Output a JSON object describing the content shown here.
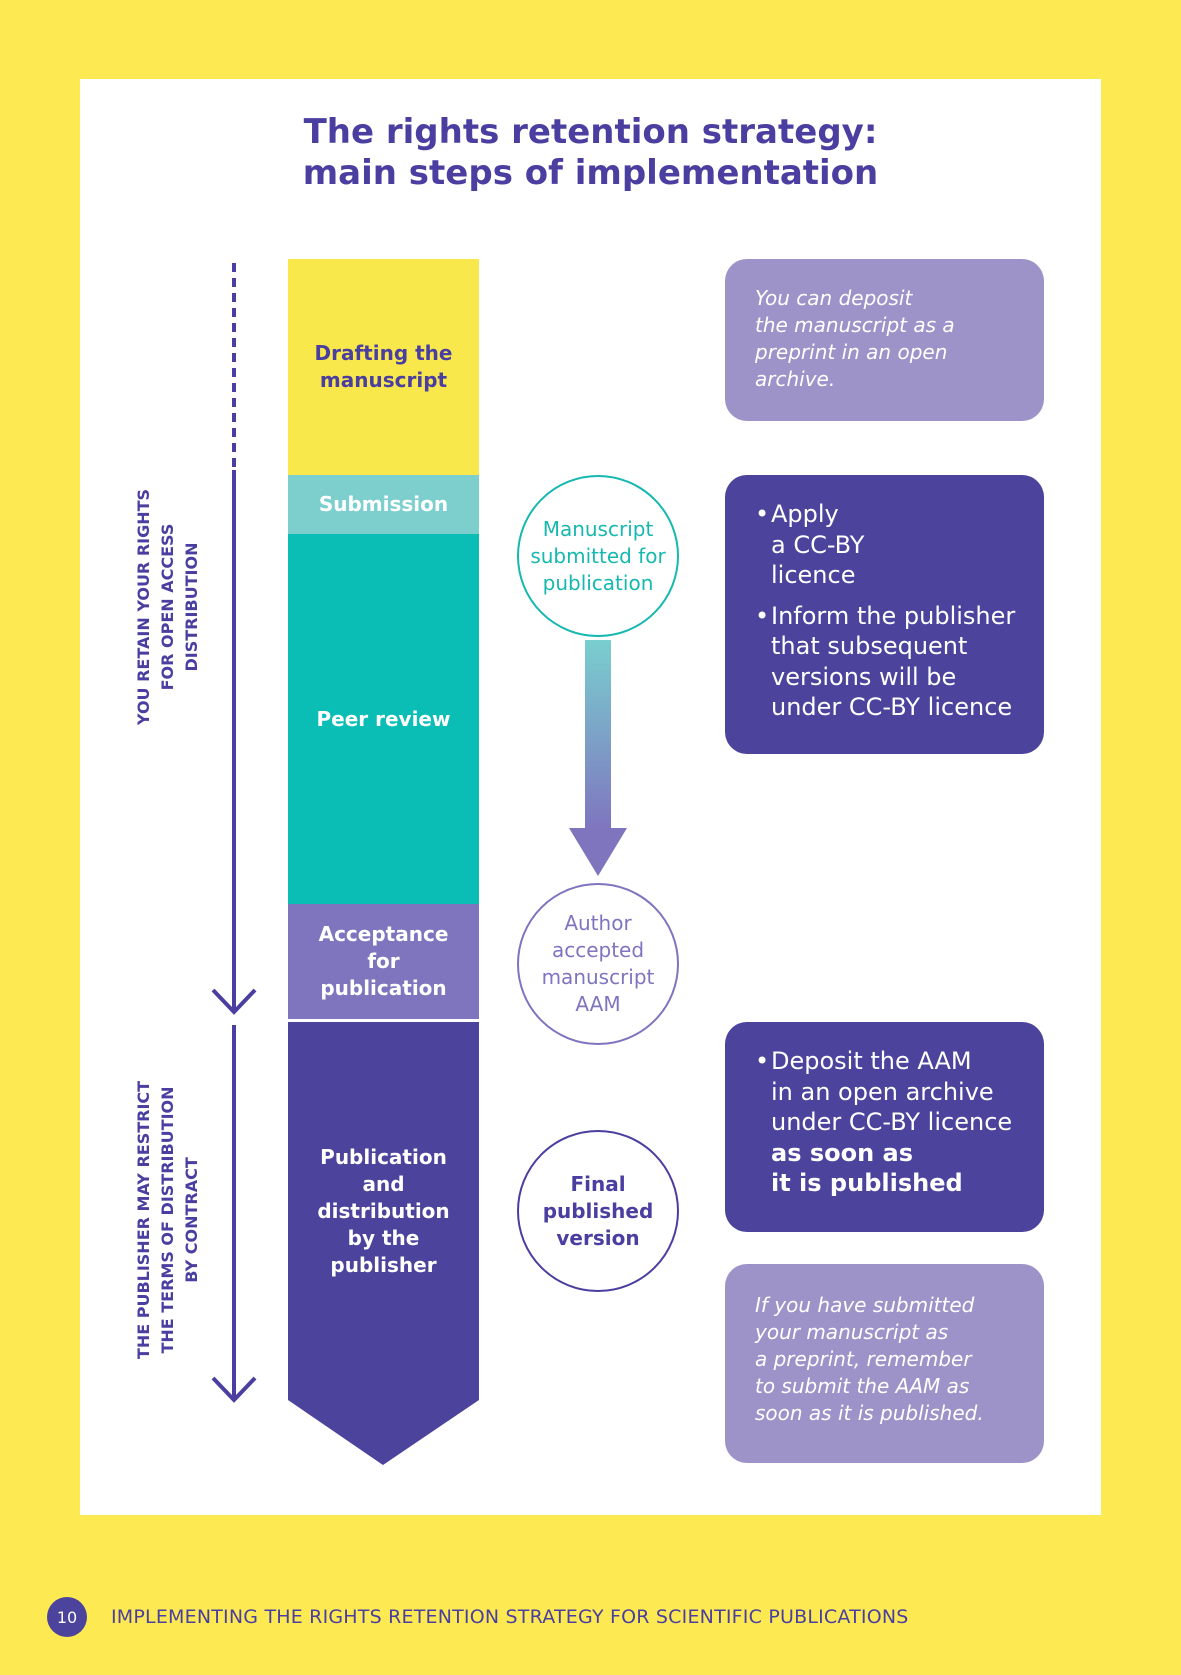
{
  "title": {
    "line1": "The rights retention strategy:",
    "line2": "main steps of implementation"
  },
  "side_labels": {
    "top": [
      "YOU RETAIN YOUR RIGHTS",
      "FOR OPEN ACCESS",
      "DISTRIBUTION"
    ],
    "bottom": [
      "THE PUBLISHER MAY RESTRICT",
      "THE TERMS OF DISTRIBUTION",
      "BY CONTRACT"
    ]
  },
  "steps": [
    {
      "lines": [
        "Drafting the",
        "manuscript"
      ],
      "color": "#f9e84b",
      "text_color": "#4a3fa0"
    },
    {
      "lines": [
        "Submission"
      ],
      "color": "#7dcfce",
      "text_color": "#ffffff"
    },
    {
      "lines": [
        "Peer review"
      ],
      "color": "#0abdb5",
      "text_color": "#ffffff"
    },
    {
      "lines": [
        "Acceptance",
        "for",
        "publication"
      ],
      "color": "#7f75bf",
      "text_color": "#ffffff"
    },
    {
      "lines": [
        "Publication",
        "and",
        "distribution",
        "by the",
        "publisher"
      ],
      "color": "#4b439c",
      "text_color": "#ffffff"
    }
  ],
  "versions": [
    {
      "lines": [
        "Manuscript",
        "submitted for",
        "publication"
      ],
      "color": "#17b8b0"
    },
    {
      "lines": [
        "Author",
        "accepted",
        "manuscript",
        "AAM"
      ],
      "color": "#7f75bf"
    },
    {
      "lines": [
        "Final",
        "published",
        "version"
      ],
      "color": "#4a3fa0"
    }
  ],
  "notes": {
    "preprint": [
      "You can deposit",
      "the manuscript as a",
      "preprint in an open",
      "archive."
    ],
    "licence_bullet1": [
      "Apply",
      "a CC-BY",
      "licence"
    ],
    "licence_bullet2": [
      "Inform the publisher",
      "that subsequent",
      "versions will be",
      "under CC-BY licence"
    ],
    "deposit": [
      "Deposit the AAM",
      "in an open archive",
      "under CC-BY licence"
    ],
    "deposit_bold": [
      "as soon as",
      "it is published"
    ],
    "reminder": [
      "If you have submitted",
      "your manuscript as",
      "a preprint, remember",
      "to submit the AAM as",
      "soon as it is published."
    ],
    "bullet_char": "•"
  },
  "footer": {
    "page_number": "10",
    "text": "IMPLEMENTING THE RIGHTS RETENTION STRATEGY FOR SCIENTIFIC PUBLICATIONS"
  },
  "colors": {
    "background": "#fdea52",
    "primary": "#4a3fa0",
    "teal": "#0abdb5",
    "light_purple": "#9d93c9"
  }
}
